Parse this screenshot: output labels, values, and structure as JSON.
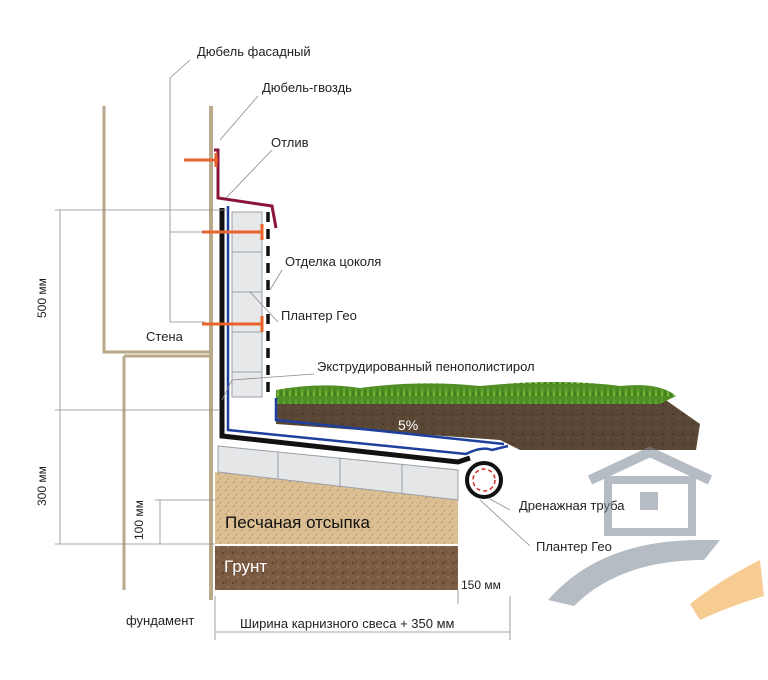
{
  "labels": {
    "dowel_facade": "Дюбель фасадный",
    "dowel_nail": "Дюбель-гвоздь",
    "drip": "Отлив",
    "plinth_finish": "Отделка цоколя",
    "planter_top": "Плантер Гео",
    "wall": "Стена",
    "xps": "Экструдированный пенополистирол",
    "slope": "5%",
    "drain_pipe": "Дренажная труба",
    "planter_bottom": "Плантер Гео",
    "sand": "Песчаная отсыпка",
    "soil": "Грунт",
    "foundation": "фундамент"
  },
  "dimensions": {
    "dim_500": "500 мм",
    "dim_300": "300 мм",
    "dim_100": "100 мм",
    "dim_150": "150 мм",
    "width": "Ширина карнизного свеса + 350 мм"
  },
  "colors": {
    "wall_fill": "#c2b59b",
    "wall_stroke": "#8c7d5e",
    "membrane_blue": "#1d3f9e",
    "membrane_black": "#111111",
    "drip_red": "#8b1538",
    "dowel_orange": "#e8642a",
    "grass": "#5a9a2a",
    "earth": "#5c4836",
    "sand": "#d9b98a",
    "soil": "#7a5a42",
    "insulation": "#e6e8ea",
    "logo_grey": "#7b8794",
    "logo_orange": "#f2a33a"
  },
  "logo_icon": "house-arrow-logo-icon"
}
